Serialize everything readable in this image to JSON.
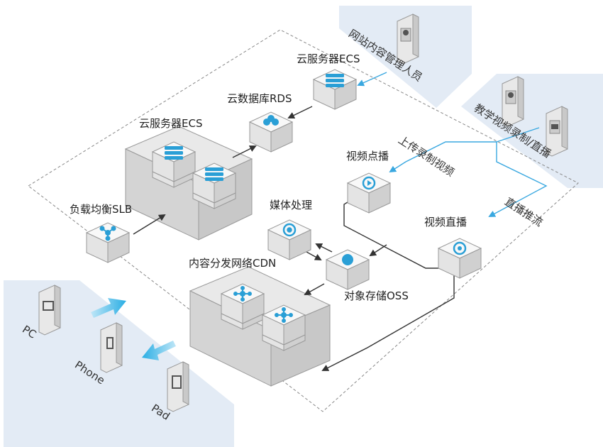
{
  "nodes": {
    "ecs_top": "云服务器ECS",
    "rds": "云数据库RDS",
    "ecs_group": "云服务器ECS",
    "slb": "负载均衡SLB",
    "media": "媒体处理",
    "cdn": "内容分发网络CDN",
    "oss": "对象存储OSS",
    "vod": "视频点播",
    "live": "视频直播"
  },
  "actors": {
    "cms_admin": "网站内容管理人员",
    "video_producer": "教学视频录制/直播"
  },
  "flows": {
    "upload": "上传录制视频",
    "push": "直播推流"
  },
  "devices": {
    "pc": "PC",
    "phone": "Phone",
    "pad": "Pad"
  },
  "colors": {
    "accent": "#3aa8e0",
    "panel": "#e3ebf5",
    "line": "#333333"
  }
}
